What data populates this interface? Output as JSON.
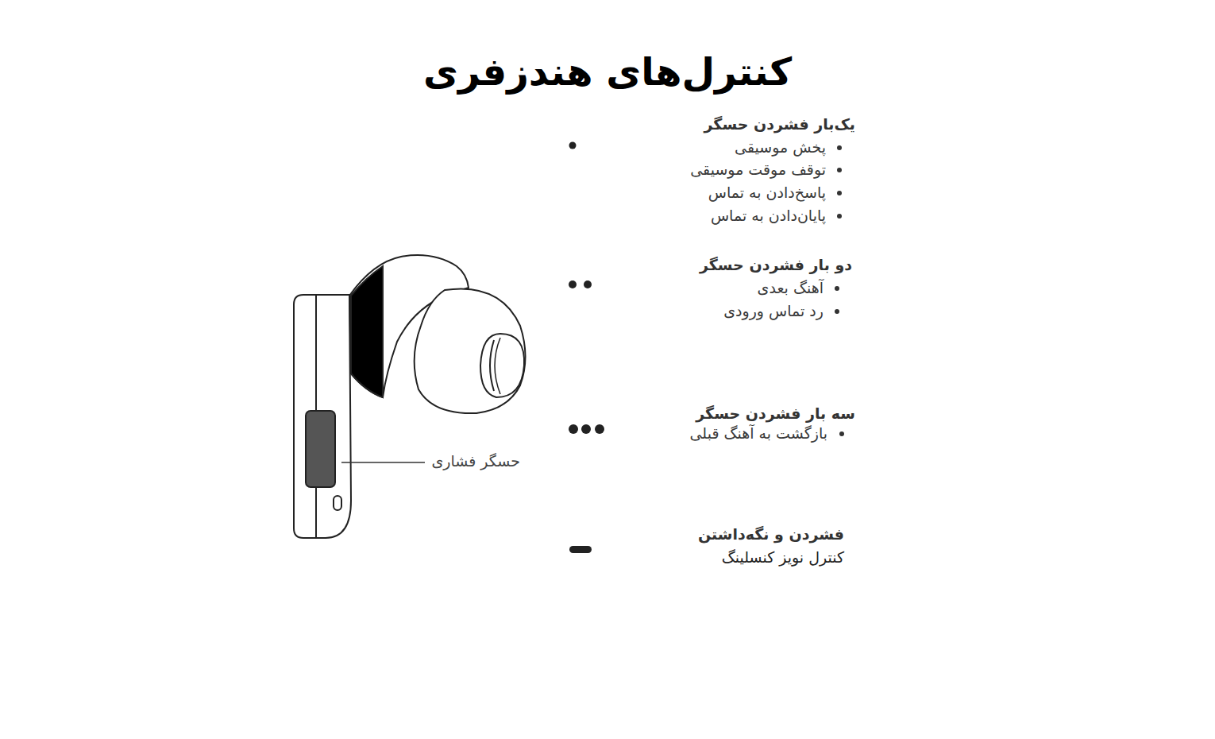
{
  "diagram": {
    "title": "کنترل‌های هندزفری",
    "labels": [
      "یک‌بار فشردن حسگر",
      "پخش موسیقی",
      "توقف موقت موسیقی",
      "پاسخ‌دادن به تماس",
      "پایان‌دادن به تماس",
      "دو بار فشردن حسگر",
      "آهنگ بعدی",
      "رد تماس ورودی",
      "سه بار فشردن حسگر",
      "بازگشت به آهنگ قبلی",
      "فشردن و نگه‌داشتن",
      "کنترل نویز کنسلینگ",
      "حسگر فشاری"
    ]
  }
}
